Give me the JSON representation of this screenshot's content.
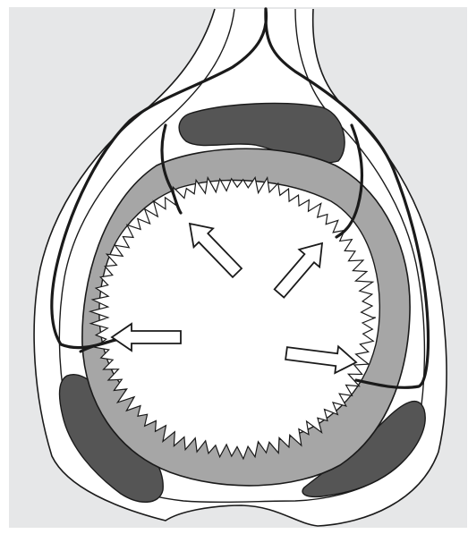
{
  "figure": {
    "kind": "anatomical-schematic",
    "labels": [],
    "arrow_count": 4,
    "arrow_directions": [
      "up-left",
      "up-right",
      "left",
      "right"
    ]
  },
  "colors": {
    "background": "#e6e7e8",
    "outline": "#1a1a1a",
    "lumen_fill": "#ffffff",
    "middle_layer": "#a6a6a6",
    "outer_layer": "#ffffff",
    "dark_masses": "#555555",
    "arrow_fill": "#ffffff"
  }
}
